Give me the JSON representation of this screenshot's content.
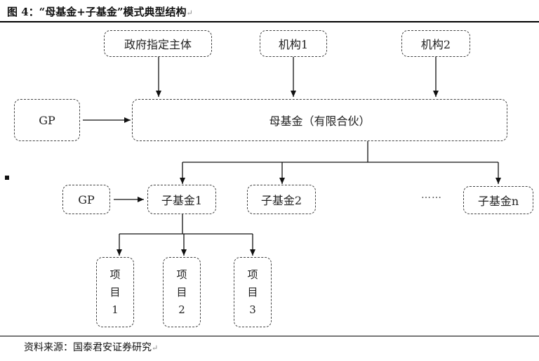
{
  "title": "图 4：“母基金+子基金”模式典型结构",
  "paragraph_mark": "↵",
  "nodes": {
    "gov": "政府指定主体",
    "inst1": "机构1",
    "inst2": "机构2",
    "gp_top": "GP",
    "mother_fund": "母基金（有限合伙）",
    "gp_sub": "GP",
    "sub1": "子基金1",
    "sub2": "子基金2",
    "subn": "子基金n",
    "ellipsis": "……",
    "proj1": [
      "项",
      "目",
      "1"
    ],
    "proj2": [
      "项",
      "目",
      "2"
    ],
    "proj3": [
      "项",
      "目",
      "3"
    ]
  },
  "source": "资料来源：国泰君安证券研究"
}
